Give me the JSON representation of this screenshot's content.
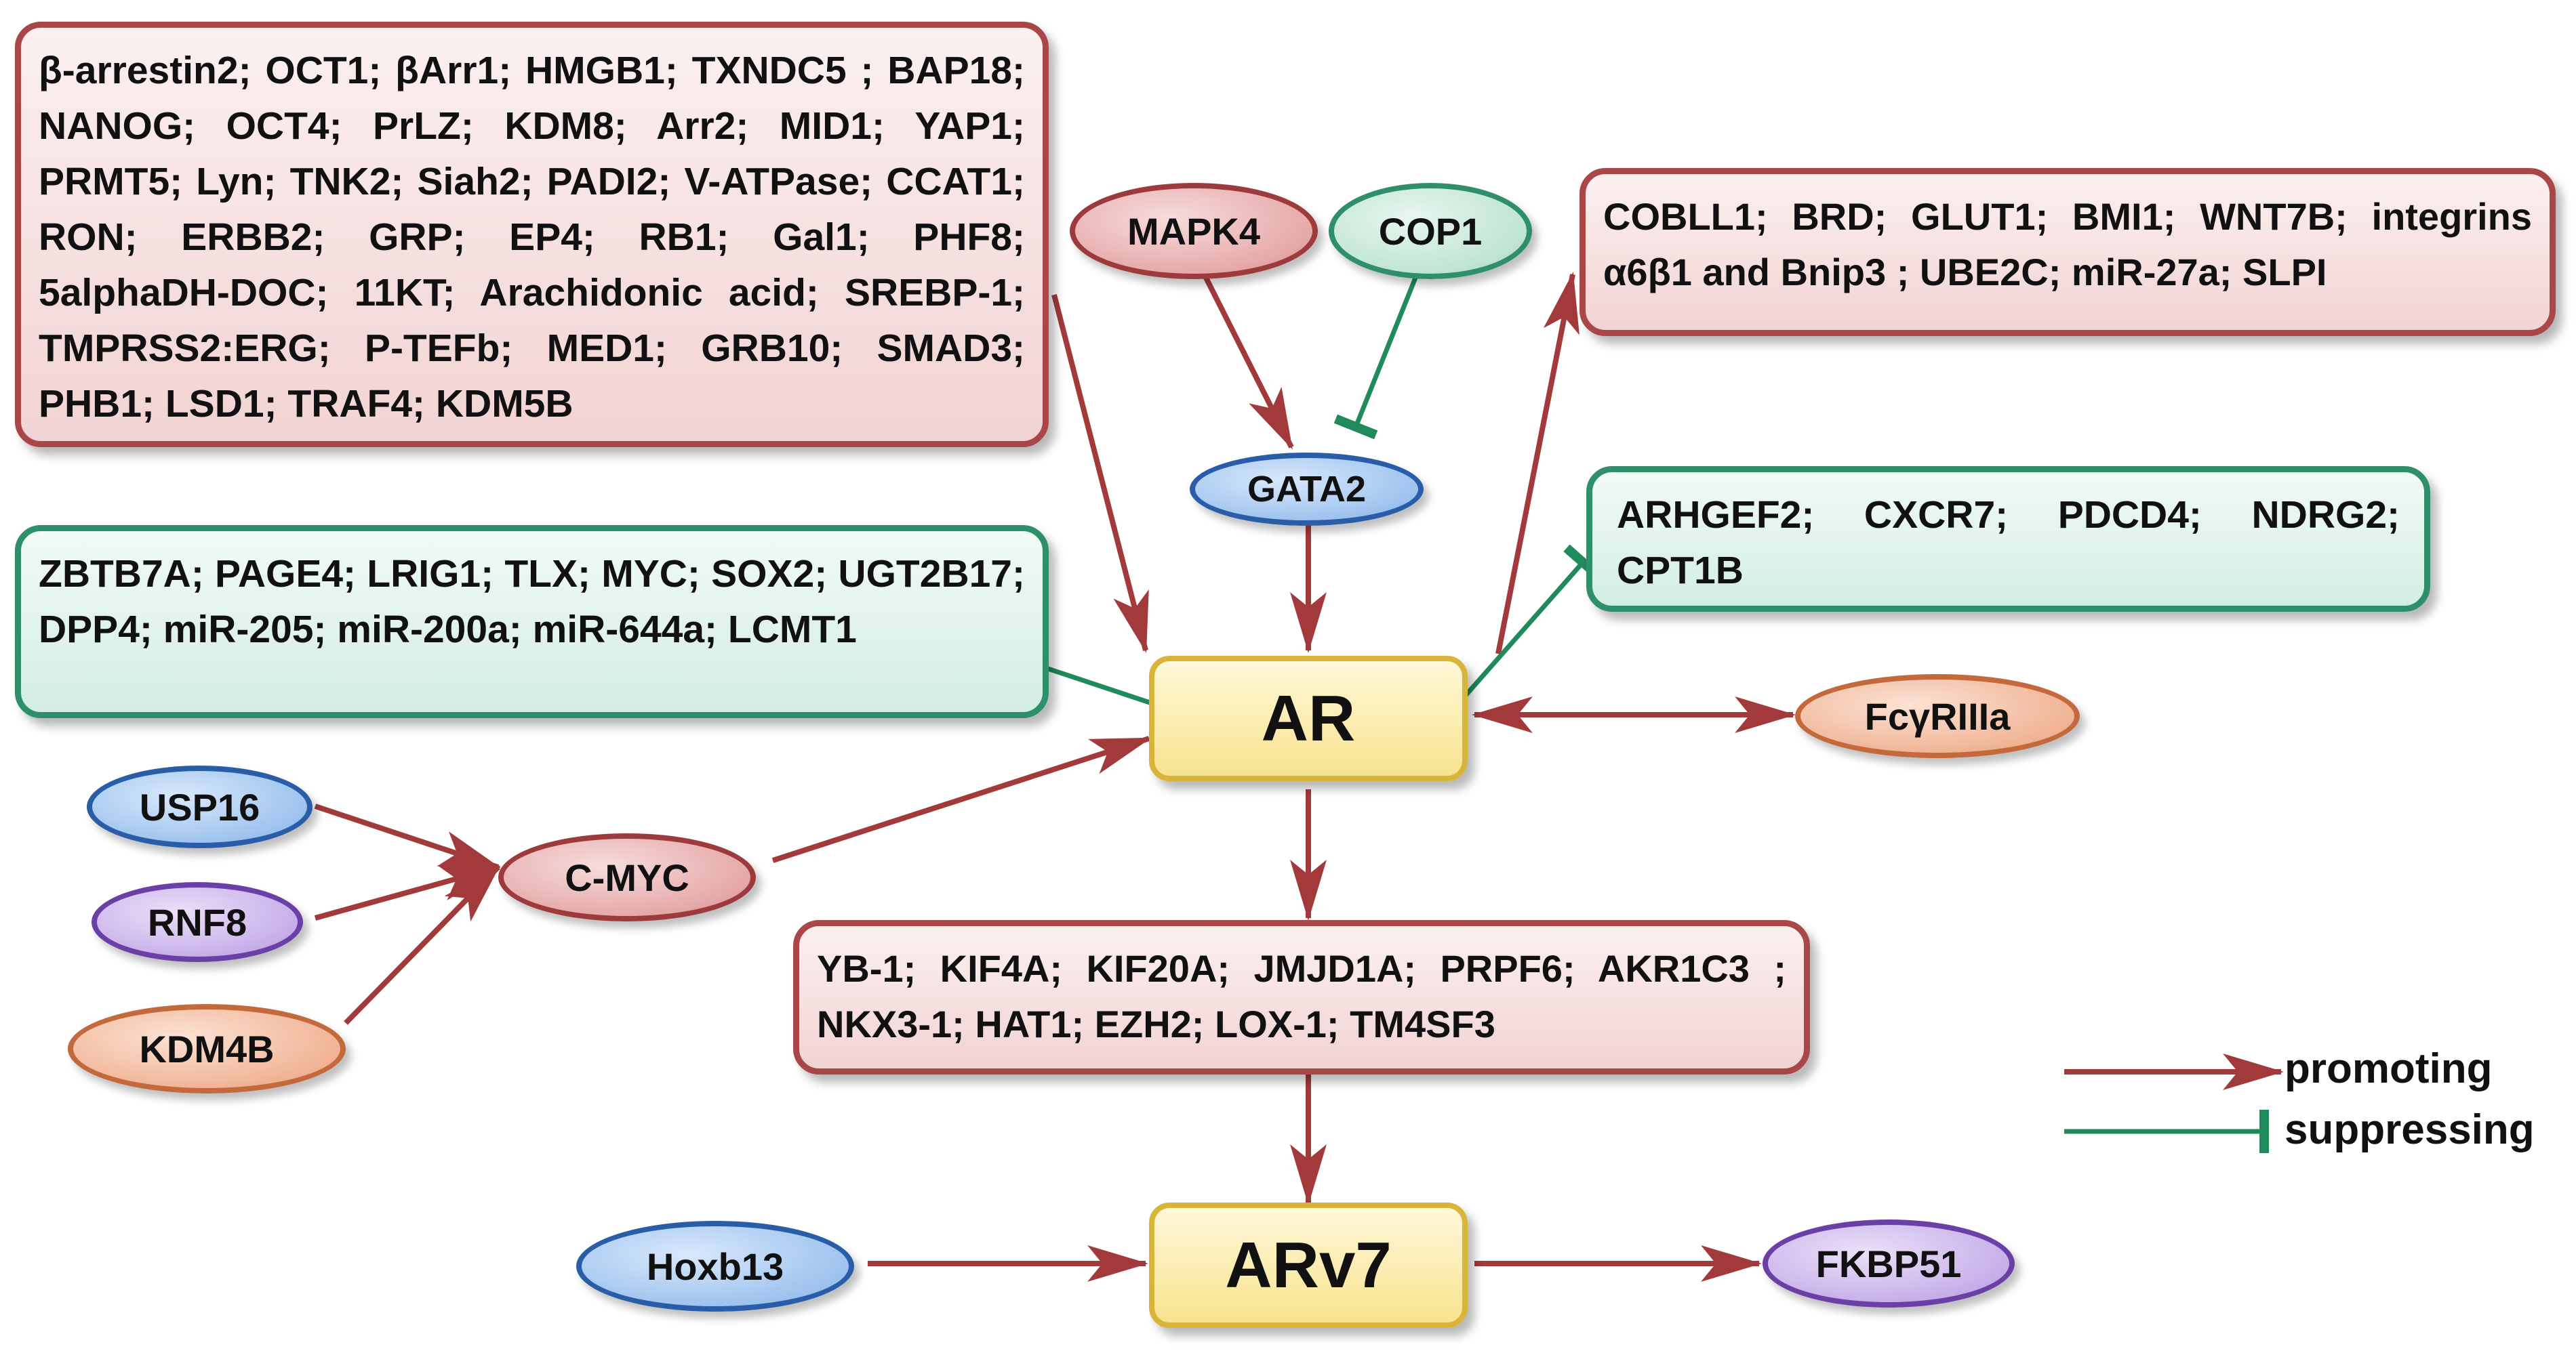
{
  "colors": {
    "promoting": "#a23a3b",
    "suppressing": "#1f8a5b"
  },
  "nodes": {
    "ar": "AR",
    "arv7": "ARv7",
    "mapk4": "MAPK4",
    "cop1": "COP1",
    "gata2": "GATA2",
    "usp16": "USP16",
    "rnf8": "RNF8",
    "kdm4b": "KDM4B",
    "cmyc": "C-MYC",
    "fcgr": "FcγRIIIa",
    "hoxb13": "Hoxb13",
    "fkbp51": "FKBP51"
  },
  "boxes": {
    "ar_promoters": "β-arrestin2; OCT1; βArr1; HMGB1; TXNDC5 ; BAP18; NANOG; OCT4; PrLZ; KDM8; Arr2; MID1; YAP1; PRMT5; Lyn; TNK2; Siah2; PADI2; V-ATPase; CCAT1; RON; ERBB2; GRP; EP4; RB1; Gal1; PHF8; 5alphaDH-DOC; 11KT; Arachidonic acid; SREBP-1; TMPRSS2:ERG; P-TEFb; MED1; GRB10; SMAD3; PHB1; LSD1; TRAF4; KDM5B",
    "ar_suppressors": "ZBTB7A; PAGE4; LRIG1; TLX; MYC; SOX2; UGT2B17; DPP4; miR-205; miR-200a; miR-644a; LCMT1",
    "ar_promoted_targets": "COBLL1; BRD; GLUT1; BMI1; WNT7B; integrins α6β1 and Bnip3 ; UBE2C; miR-27a; SLPI",
    "ar_suppressed_targets": "ARHGEF2; CXCR7; PDCD4; NDRG2; CPT1B",
    "arv7_mediators": "YB-1; KIF4A; KIF20A; JMJD1A; PRPF6; AKR1C3 ; NKX3-1; HAT1; EZH2; LOX-1; TM4SF3"
  },
  "legend": {
    "promoting": "promoting",
    "suppressing": "suppressing"
  }
}
